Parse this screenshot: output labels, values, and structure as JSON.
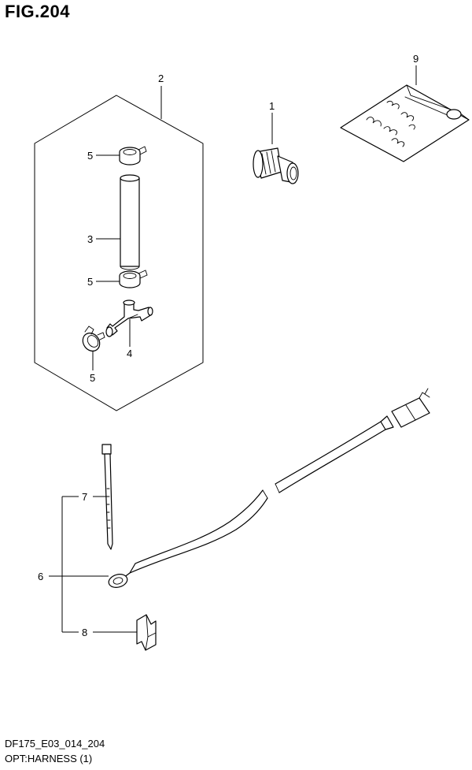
{
  "figure": {
    "title": "FIG.204",
    "code": "DF175_E03_014_204",
    "description": "OPT:HARNESS (1)"
  },
  "callouts": {
    "c1": "1",
    "c2": "2",
    "c3": "3",
    "c4": "4",
    "c5a": "5",
    "c5b": "5",
    "c5c": "5",
    "c6": "6",
    "c7": "7",
    "c8": "8",
    "c9": "9"
  }
}
